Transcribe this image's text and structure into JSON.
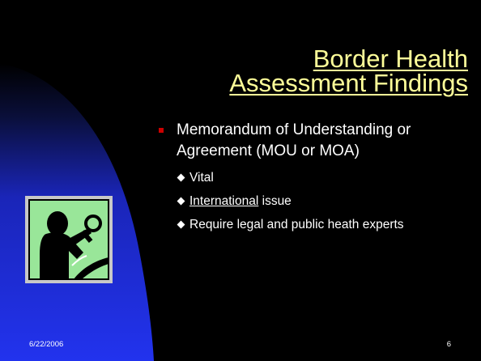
{
  "slide": {
    "title_line1": "Border Health",
    "title_line2": "Assessment Findings",
    "bullet": "Memorandum of Understanding or Agreement (MOU or MOA)",
    "sub_bullets": {
      "vital": "Vital",
      "international_word": "International",
      "international_rest": " issue",
      "legal": "Require legal and public heath experts"
    },
    "date": "6/22/2006",
    "number": "6"
  },
  "icons": {
    "clipart": "person-with-magnifier-icon",
    "bullet_marker": "red-square-bullet-icon",
    "sub_bullet_marker": "white-diamond-bullet-icon"
  },
  "colors": {
    "background": "#000000",
    "arc": "#1f2fe6",
    "title": "#ffff99",
    "bullet_marker": "#cc0000",
    "clipart_bg": "#99e699"
  }
}
